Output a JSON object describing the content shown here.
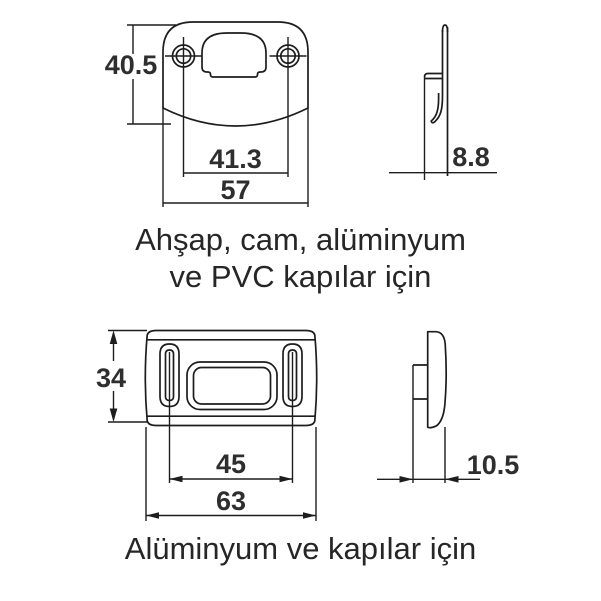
{
  "colors": {
    "background": "#ffffff",
    "line": "#1d1d1d",
    "text": "#2e2e2e"
  },
  "top_diagram": {
    "front_view": {
      "height": "40.5",
      "hole_spacing": "41.3",
      "width": "57"
    },
    "side_view": {
      "depth": "8.8"
    },
    "caption_line1": "Ahşap, cam, alüminyum",
    "caption_line2": "ve PVC kapılar için"
  },
  "bottom_diagram": {
    "front_view": {
      "height": "34",
      "hole_spacing": "45",
      "width": "63"
    },
    "side_view": {
      "depth": "10.5"
    },
    "caption": "Alüminyum ve kapılar için"
  }
}
